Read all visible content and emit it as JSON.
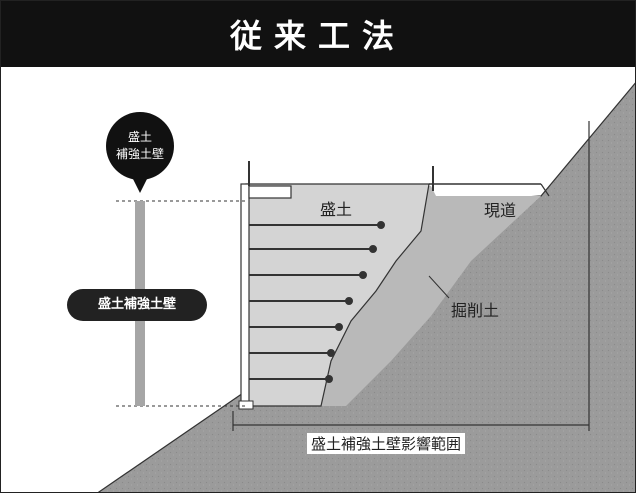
{
  "header": {
    "title": "従来工法"
  },
  "callout": {
    "line1": "盛土",
    "line2": "補強土壁"
  },
  "legend_pill": {
    "label": "盛土補強土壁"
  },
  "labels": {
    "fill": "盛土",
    "road": "現道",
    "excavation": "掘削土",
    "influence_range": "盛土補強土壁影響範囲"
  },
  "colors": {
    "header_bg": "#111111",
    "ground": "#9b9b9b",
    "fill": "#d4d4d4",
    "excavated": "#b9b9b9",
    "marker_bar": "#a6a6a6"
  }
}
